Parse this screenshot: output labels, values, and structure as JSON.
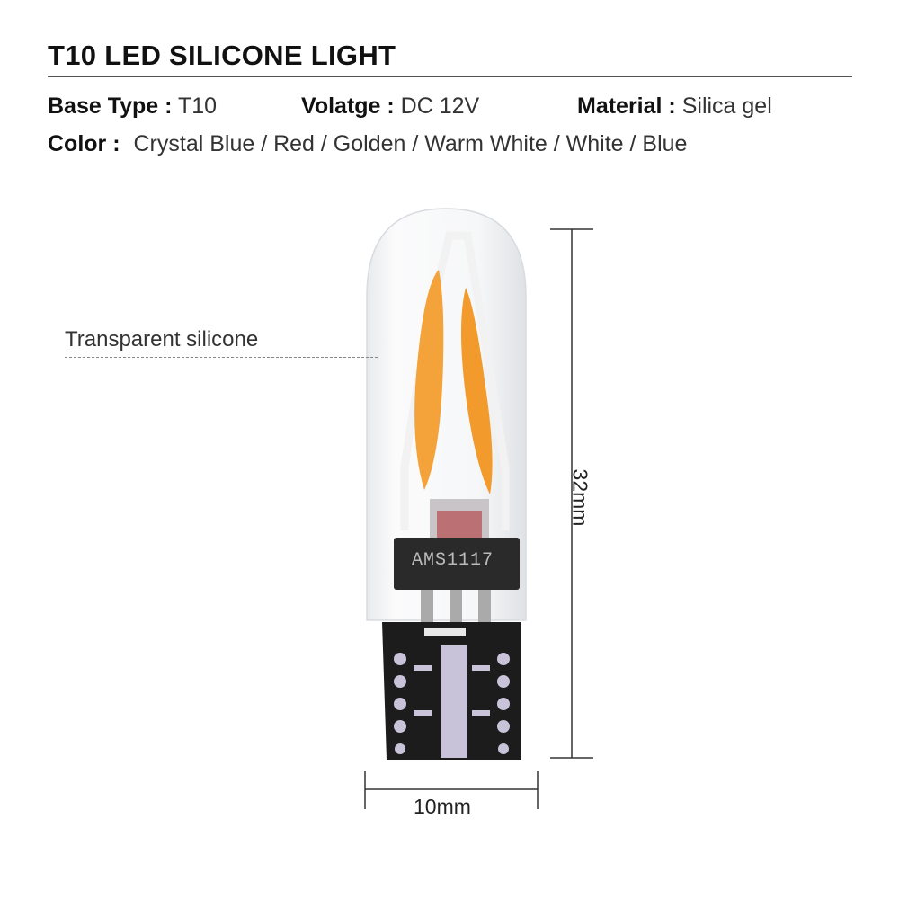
{
  "title": "T10 LED SILICONE LIGHT",
  "specs": {
    "base_type": {
      "label": "Base Type :",
      "value": "T10"
    },
    "voltage": {
      "label": "Volatge :",
      "value": "DC 12V"
    },
    "material": {
      "label": "Material :",
      "value": "Silica gel"
    },
    "color": {
      "label": "Color :",
      "value": "Crystal Blue / Red / Golden / Warm White / White / Blue"
    }
  },
  "callout": "Transparent silicone",
  "chip_label": "AMS1117",
  "dimensions": {
    "height": "32mm",
    "width": "10mm"
  },
  "colors": {
    "filament": "#f4a23a",
    "pcb": "#1c1c1c",
    "pad": "#c9c3d9"
  }
}
